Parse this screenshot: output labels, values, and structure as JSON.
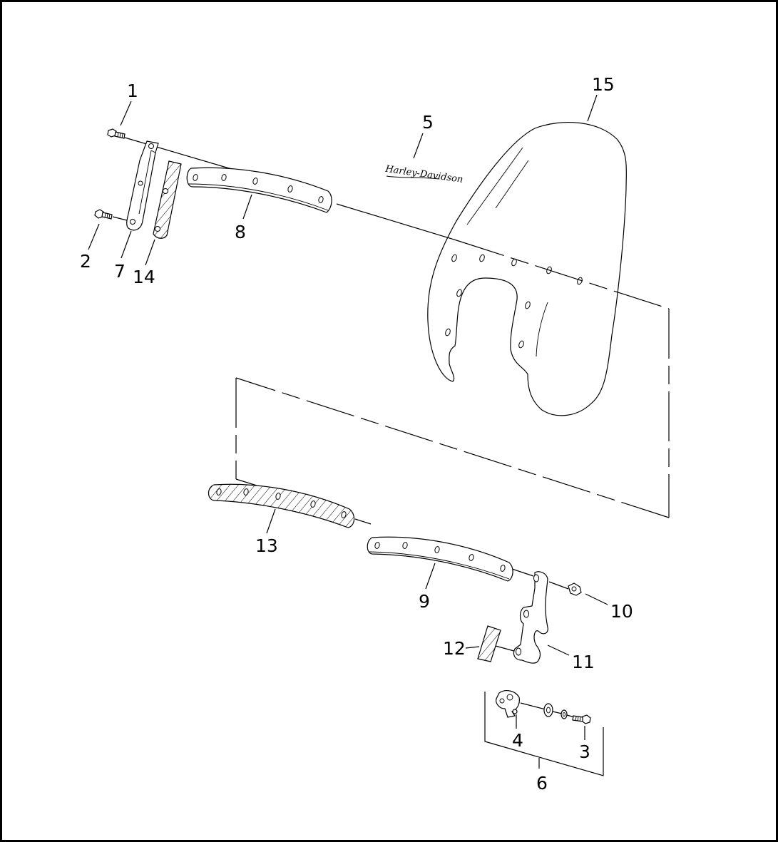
{
  "diagram": {
    "callouts": [
      {
        "id": "c1",
        "label": "1"
      },
      {
        "id": "c2",
        "label": "2"
      },
      {
        "id": "c3",
        "label": "3"
      },
      {
        "id": "c4",
        "label": "4"
      },
      {
        "id": "c5",
        "label": "5"
      },
      {
        "id": "c6",
        "label": "6"
      },
      {
        "id": "c7",
        "label": "7"
      },
      {
        "id": "c8",
        "label": "8"
      },
      {
        "id": "c9",
        "label": "9"
      },
      {
        "id": "c10",
        "label": "10"
      },
      {
        "id": "c11",
        "label": "11"
      },
      {
        "id": "c12",
        "label": "12"
      },
      {
        "id": "c13",
        "label": "13"
      },
      {
        "id": "c14",
        "label": "14"
      },
      {
        "id": "c15",
        "label": "15"
      }
    ],
    "emblem_text": "Harley-Davidson"
  }
}
